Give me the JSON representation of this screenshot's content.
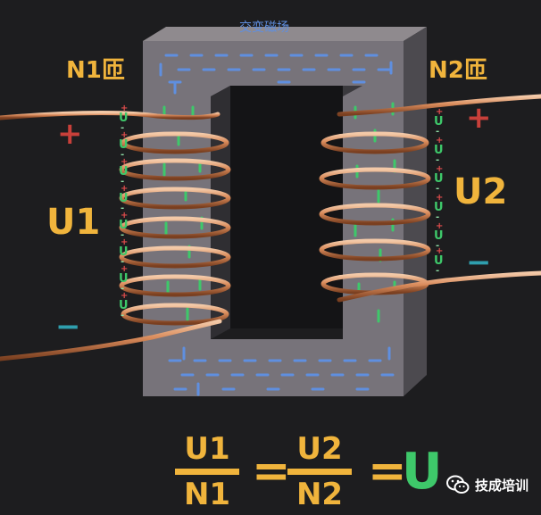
{
  "diagram": {
    "core_label": "交变磁场",
    "primary_turns": "N1匝",
    "secondary_turns": "N2匝",
    "primary_voltage": "U1",
    "secondary_voltage": "U2",
    "plus_sign": "+",
    "minus_sign": "−"
  },
  "formula": {
    "numerator_left": "U1",
    "denominator_left": "N1",
    "numerator_right": "U2",
    "denominator_right": "N2",
    "equals": "=",
    "result": "U"
  },
  "watermark": {
    "brand": "技成培训",
    "icon": "wechat-icon"
  },
  "colors": {
    "background": "#1d1d1f",
    "label_gold": "#f0b43c",
    "induced_green": "#3ec86a",
    "field_blue": "#5f8fe0",
    "plus_red": "#c8403a",
    "minus_teal": "#2f9fae",
    "copper": "#d98a5a"
  }
}
